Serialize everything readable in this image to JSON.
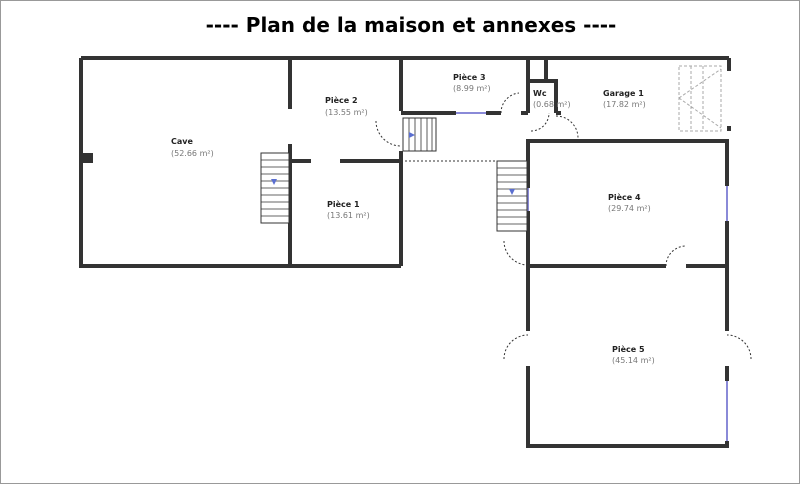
{
  "title": "----    Plan de la maison et annexes ----",
  "rooms": [
    {
      "name": "Cave",
      "area": "(52.66 m²)"
    },
    {
      "name": "Pièce 2",
      "area": "(13.55 m²)"
    },
    {
      "name": "Pièce 1",
      "area": "(13.61 m²)"
    },
    {
      "name": "Pièce 3",
      "area": "(8.99 m²)"
    },
    {
      "name": "Wc",
      "area": "(0.68 m²)"
    },
    {
      "name": "Garage 1",
      "area": "(17.82 m²)"
    },
    {
      "name": "Pièce 4",
      "area": "(29.74 m²)"
    },
    {
      "name": "Pièce 5",
      "area": "(45.14 m²)"
    }
  ],
  "colors": {
    "wall": "#333333",
    "window": "#8a8ad8",
    "stair_arrow": "#5b6fd0"
  }
}
